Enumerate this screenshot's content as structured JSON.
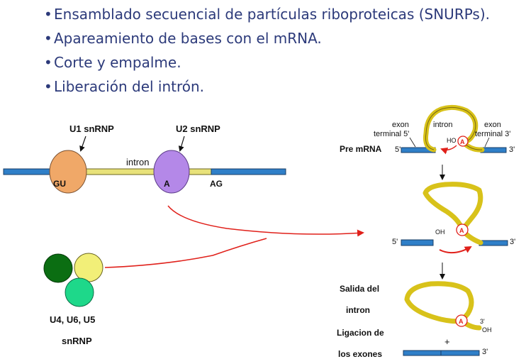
{
  "bullets": [
    "Ensamblado secuencial de partículas riboproteicas (SNURPs).",
    "Apareamiento de bases con el mRNA.",
    "Corte y empalme.",
    "Liberación del intrón."
  ],
  "bullet_symbol": "•",
  "left_diagram": {
    "u1_label": "U1 snRNP",
    "u2_label": "U2 snRNP",
    "intron_label": "intron",
    "gu_label": "GU",
    "a_label": "A",
    "ag_label": "AG",
    "complex_label_line1": "U4, U6, U5",
    "complex_label_line2": "snRNP"
  },
  "right_diagram": {
    "exon5_line1": "exon",
    "exon5_line2": "terminal 5'",
    "intron_label": "intron",
    "exon3_line1": "exon",
    "exon3_line2": "terminal 3'",
    "pre_mrna_label": "Pre mRNA",
    "prime5": "5'",
    "prime3": "3'",
    "ho_label": "HO",
    "oh_label": "OH",
    "a_label": "A",
    "salida_line1": "Salida del",
    "salida_line2": "intron",
    "ligacion_line1": "Ligacion de",
    "ligacion_line2": "los exones",
    "plus": "+"
  },
  "colors": {
    "bullet_text": "#2c3a7a",
    "exon_blue": "#2f7fc8",
    "intron_yellow": "#e8e27a",
    "u1_orange": "#f0a868",
    "u2_purple": "#b488e8",
    "dark_green": "#0b6e12",
    "light_yellow": "#f2ef78",
    "light_green": "#1ed88a",
    "lariat_gold": "#d8c21a",
    "arrow_red": "#e0201a"
  }
}
